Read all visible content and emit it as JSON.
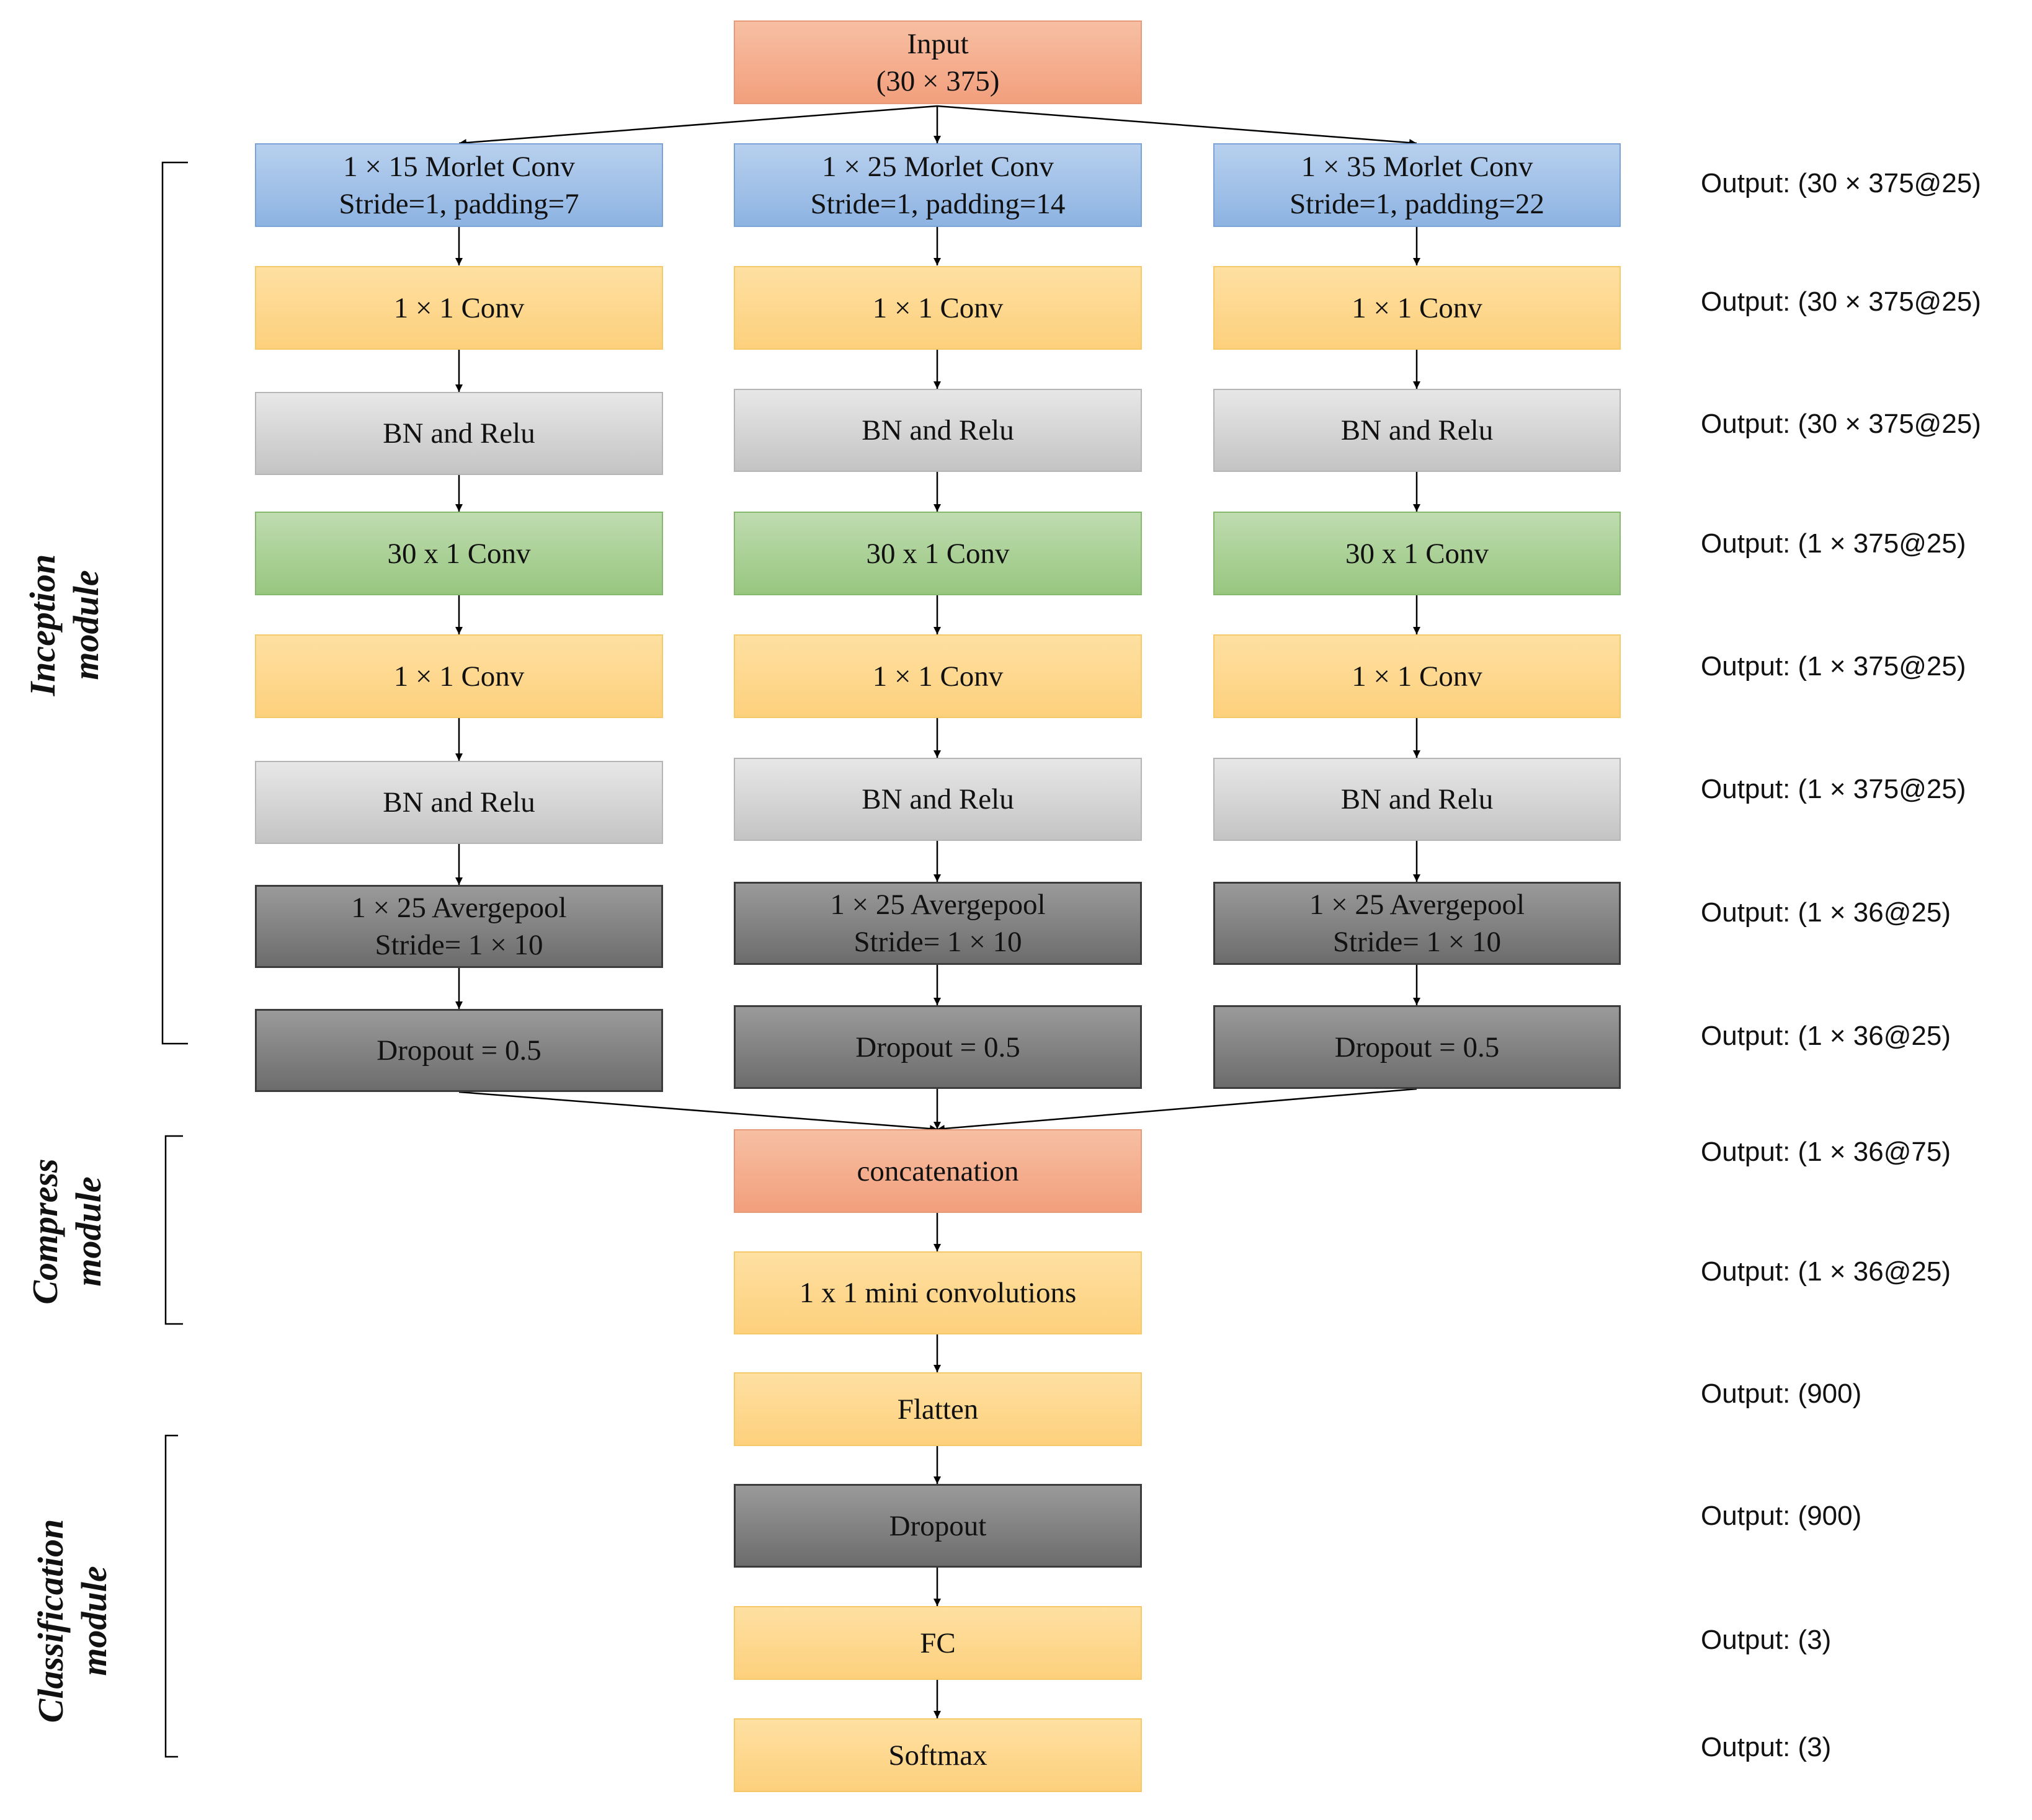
{
  "input": {
    "line1": "Input",
    "line2": "(30 × 375)"
  },
  "branches": [
    {
      "morlet_line1": "1 × 15 Morlet Conv",
      "morlet_line2": "Stride=1, padding=7",
      "conv1": "1 × 1 Conv",
      "bn1": "BN and Relu",
      "conv30": "30 x 1 Conv",
      "conv2": "1 × 1 Conv",
      "bn2": "BN and Relu",
      "pool_line1": "1 × 25 Avergepool",
      "pool_line2": "Stride= 1 × 10",
      "dropout": "Dropout = 0.5"
    },
    {
      "morlet_line1": "1 × 25 Morlet Conv",
      "morlet_line2": "Stride=1, padding=14",
      "conv1": "1 × 1 Conv",
      "bn1": "BN and Relu",
      "conv30": "30 x 1 Conv",
      "conv2": "1 × 1 Conv",
      "bn2": "BN and Relu",
      "pool_line1": "1 × 25 Avergepool",
      "pool_line2": "Stride= 1 × 10",
      "dropout": "Dropout = 0.5"
    },
    {
      "morlet_line1": "1 × 35 Morlet Conv",
      "morlet_line2": "Stride=1, padding=22",
      "conv1": "1 × 1 Conv",
      "bn1": "BN and Relu",
      "conv30": "30 x 1 Conv",
      "conv2": "1 × 1 Conv",
      "bn2": "BN and Relu",
      "pool_line1": "1 × 25 Avergepool",
      "pool_line2": "Stride= 1 × 10",
      "dropout": "Dropout = 0.5"
    }
  ],
  "tail": {
    "concat": "concatenation",
    "mini_conv": "1 x 1 mini convolutions",
    "flatten": "Flatten",
    "dropout": "Dropout",
    "fc": "FC",
    "softmax": "Softmax"
  },
  "outputs": [
    "Output: (30 × 375@25)",
    "Output: (30 × 375@25)",
    "Output: (30 × 375@25)",
    "Output: (1 × 375@25)",
    "Output: (1 × 375@25)",
    "Output: (1 × 375@25)",
    "Output: (1 × 36@25)",
    "Output: (1 × 36@25)",
    "Output: (1 × 36@75)",
    "Output: (1 × 36@25)",
    "Output: (900)",
    "Output: (900)",
    "Output: (3)",
    "Output: (3)"
  ],
  "modules": {
    "inception": {
      "line1": "Inception",
      "line2": "module"
    },
    "compress": {
      "line1": "Compress",
      "line2": "module"
    },
    "classification": {
      "line1": "Classification",
      "line2": "module"
    }
  }
}
